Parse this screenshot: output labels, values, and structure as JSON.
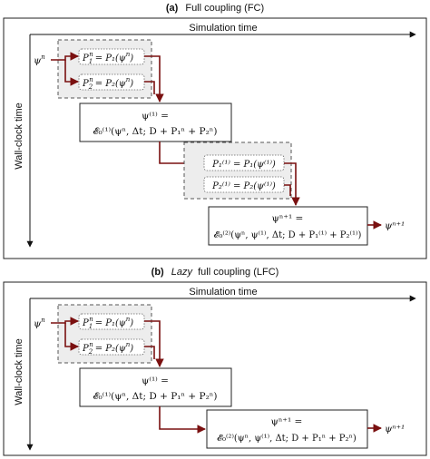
{
  "panels": [
    {
      "title_label": "(a)",
      "title_text": "Full coupling (FC)",
      "title_italic_word": "",
      "x_axis_label": "Simulation time",
      "y_axis_label": "Wall-clock time",
      "input_psi": "ψ",
      "input_sup": "n",
      "group1_p1": {
        "lhs": "P",
        "lsub": "1",
        "lsup": "n",
        "rhs": "= P₁(ψ",
        "rsup": "n",
        "tail": ")"
      },
      "group1_p2": {
        "lhs": "P",
        "lsub": "2",
        "lsup": "n",
        "rhs": "= P₂(ψ",
        "rsup": "n",
        "tail": ")"
      },
      "solver1_line1": "ψ⁽¹⁾ =",
      "solver1_line2": "𝓔₀⁽¹⁾(ψⁿ, Δt; D + P₁ⁿ + P₂ⁿ)",
      "group2_p1": "P₁⁽¹⁾ = P₁(ψ⁽¹⁾)",
      "group2_p2": "P₂⁽¹⁾ = P₂(ψ⁽¹⁾)",
      "solver2_line1": "ψⁿ⁺¹ =",
      "solver2_line2": "𝓔₀⁽²⁾(ψⁿ, ψ⁽¹⁾, Δt; D + P₁⁽¹⁾ + P₂⁽¹⁾)",
      "output": "ψⁿ⁺¹"
    },
    {
      "title_label": "(b)",
      "title_text": "full coupling (LFC)",
      "title_italic_word": "Lazy",
      "x_axis_label": "Simulation time",
      "y_axis_label": "Wall-clock time",
      "input_psi": "ψ",
      "input_sup": "n",
      "group1_p1": {
        "lhs": "P",
        "lsub": "1",
        "lsup": "n",
        "rhs": "= P₁(ψ",
        "rsup": "n",
        "tail": ")"
      },
      "group1_p2": {
        "lhs": "P",
        "lsub": "2",
        "lsup": "n",
        "rhs": "= P₂(ψ",
        "rsup": "n",
        "tail": ")"
      },
      "solver1_line1": "ψ⁽¹⁾ =",
      "solver1_line2": "𝓔₀⁽¹⁾(ψⁿ, Δt; D + P₁ⁿ + P₂ⁿ)",
      "solver2_line1": "ψⁿ⁺¹ =",
      "solver2_line2": "𝓔₀⁽²⁾(ψⁿ, ψ⁽¹⁾, Δt; D + P₁ⁿ + P₂ⁿ)",
      "output": "ψⁿ⁺¹"
    }
  ],
  "colors": {
    "flow_arrow": "#7a1010",
    "group_fill": "#ededed"
  }
}
